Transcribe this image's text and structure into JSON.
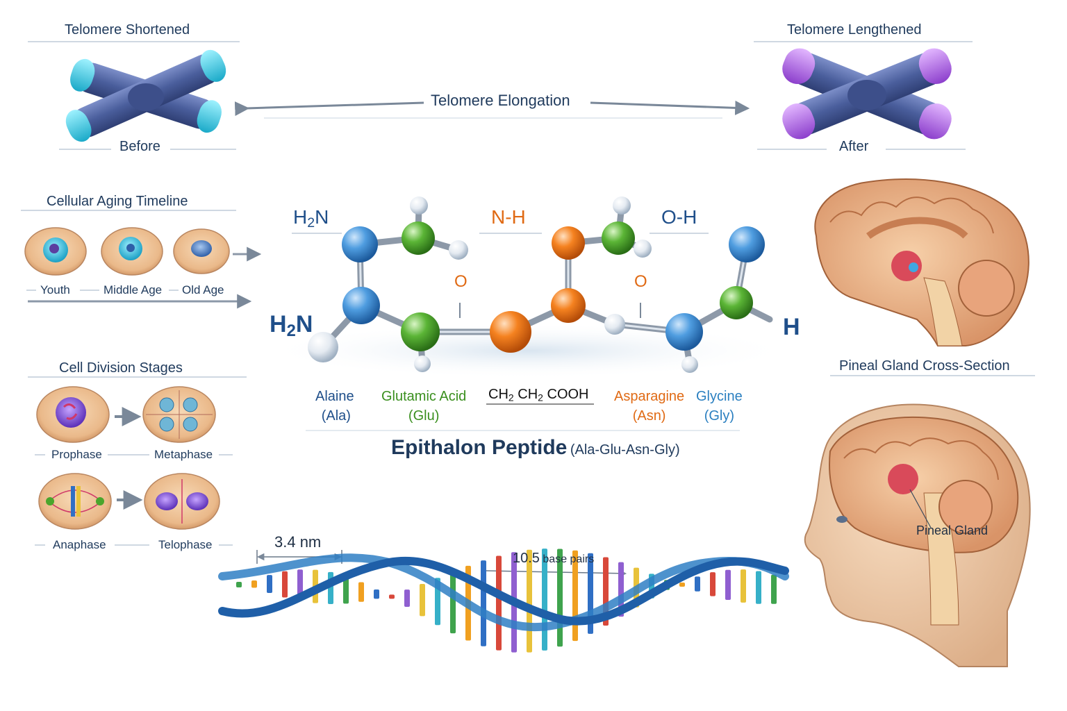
{
  "telomere": {
    "left_title": "Telomere Shortened",
    "left_caption": "Before",
    "right_title": "Telomere Lengthened",
    "right_caption": "After",
    "center_label": "Telomere Elongation"
  },
  "aging": {
    "title": "Cellular Aging Timeline",
    "stages": [
      "Youth",
      "Middle Age",
      "Old Age"
    ]
  },
  "division": {
    "title": "Cell Division Stages",
    "stages": [
      "Prophase",
      "Metaphase",
      "Anaphase",
      "Telophase"
    ]
  },
  "molecule": {
    "atom_labels": {
      "h2n_top": "H",
      "h2n_top_sub": "2",
      "h2n_top_n": "N",
      "nh": "N-H",
      "oh": "O-H",
      "o1": "O",
      "o2": "O",
      "h2n_left": "H",
      "h2n_left_sub": "2",
      "h2n_left_n": "N",
      "h_right": "H"
    },
    "residues": [
      {
        "name": "Alaine",
        "abbr": "(Ala)",
        "color": "#1f4f8a"
      },
      {
        "name": "Glutamic Acid",
        "abbr": "(Glu)",
        "color": "#3a8f1e"
      },
      {
        "name": "CH",
        "name_sub": "2",
        "name2": " CH",
        "name2_sub": "2",
        "name3": " COOH",
        "color": "#111111"
      },
      {
        "name": "Asparagine",
        "abbr": "(Asn)",
        "color": "#e06a14"
      },
      {
        "name": "Glycine",
        "abbr": "(Gly)",
        "color": "#2a7fc0"
      }
    ],
    "title": "Epithalon Peptide",
    "subtitle": "(Ala-Glu-Asn-Gly)"
  },
  "dna": {
    "pitch_label": "3.4 nm",
    "bp_value": "10.5",
    "bp_unit": "base pairs"
  },
  "brain": {
    "cross_section_title": "Pineal Gland Cross-Section",
    "pineal_label": "Pineal Gland"
  },
  "colors": {
    "text_primary": "#1f3a5c",
    "chromosome": "#4a5e9c",
    "telomere_short": "#2fc4dc",
    "telomere_long": "#a85ad8",
    "atom_blue": "#3c8fd6",
    "atom_green": "#4aa52c",
    "atom_orange": "#f07a18",
    "atom_white": "#dfe6ee",
    "dna_strand": "#2f7fc4"
  }
}
